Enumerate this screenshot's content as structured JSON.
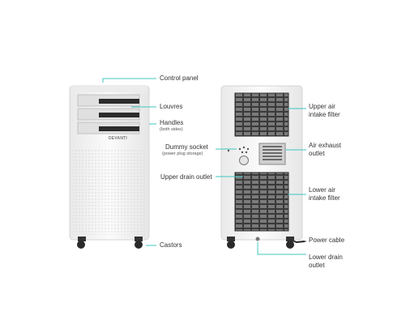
{
  "brand": {
    "logo_text": "DEVANTI"
  },
  "colors": {
    "callout_line": "#3fc7c0",
    "unit_body": "#f4f4f4",
    "grille": "#3a3a3a"
  },
  "labels": {
    "control_panel": "Control panel",
    "louvres": "Louvres",
    "handles": "Handles",
    "handles_note": "(both sides)",
    "castors": "Castors",
    "dummy_socket": "Dummy socket",
    "dummy_socket_note": "(power plug storage)",
    "upper_drain_outlet": "Upper drain outlet",
    "upper_air_intake_filter_1": "Upper air",
    "upper_air_intake_filter_2": "intake filter",
    "air_exhaust_outlet_1": "Air exhaust",
    "air_exhaust_outlet_2": "outlet",
    "lower_air_intake_filter_1": "Lower air",
    "lower_air_intake_filter_2": "intake filter",
    "power_cable": "Power cable",
    "lower_drain_outlet_1": "Lower drain",
    "lower_drain_outlet_2": "outlet"
  }
}
